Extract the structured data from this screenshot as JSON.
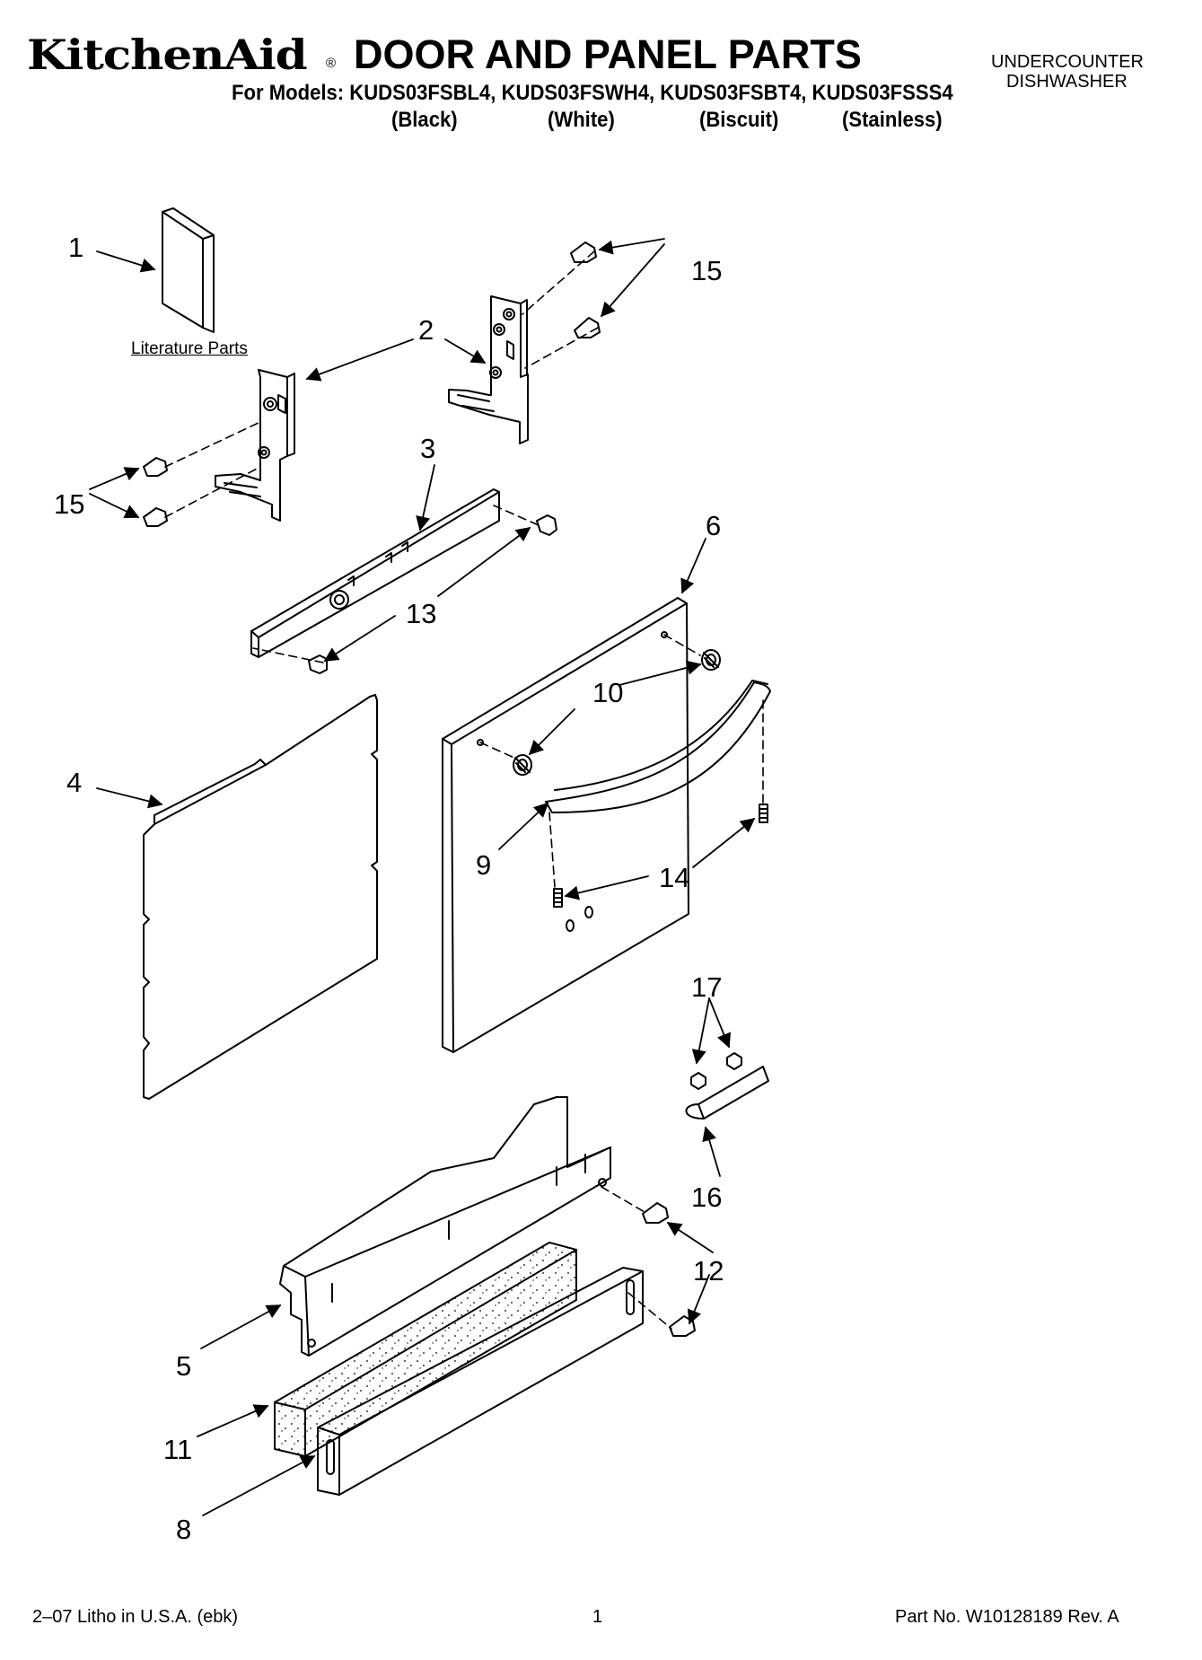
{
  "header": {
    "brand": "KitchenAid",
    "brand_mark": "®",
    "title": "DOOR AND PANEL PARTS",
    "models_line": "For Models: KUDS03FSBL4, KUDS03FSWH4, KUDS03FSBT4, KUDS03FSSS4",
    "colors": [
      "(Black)",
      "(White)",
      "(Biscuit)",
      "(Stainless)"
    ],
    "appliance_line1": "UNDERCOUNTER",
    "appliance_line2": "DISHWASHER"
  },
  "diagram": {
    "literature_label": "Literature Parts",
    "callouts": {
      "c1": "1",
      "c2": "2",
      "c3": "3",
      "c4": "4",
      "c5": "5",
      "c6": "6",
      "c8": "8",
      "c9": "9",
      "c10": "10",
      "c11": "11",
      "c12": "12",
      "c13": "13",
      "c14": "14",
      "c15a": "15",
      "c15b": "15",
      "c16": "16",
      "c17": "17"
    }
  },
  "footer": {
    "left": "2–07 Litho in U.S.A. (ebk)",
    "page": "1",
    "right": "Part No. W10128189 Rev. A"
  }
}
